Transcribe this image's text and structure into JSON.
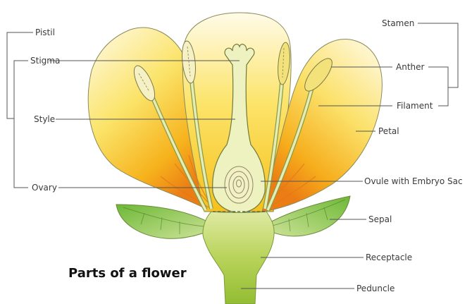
{
  "title": "Parts of a flower",
  "labels": {
    "pistil": "Pistil",
    "stigma": "Stigma",
    "style": "Style",
    "ovary": "Ovary",
    "stamen": "Stamen",
    "anther": "Anther",
    "filament": "Filament",
    "petal": "Petal",
    "ovule": "Ovule with Embryo Sac",
    "sepal": "Sepal",
    "receptacle": "Receptacle",
    "peduncle": "Peduncle"
  },
  "colors": {
    "petal_light": "#fdf3b0",
    "petal_mid": "#f8d21e",
    "petal_dark": "#ee8a17",
    "stem": "#9cc43a",
    "stem_light": "#dfeaa3",
    "sepal": "#7fbf3f",
    "pistil_fill": "#eef2c0",
    "outline": "#6f7a3a",
    "leader_line": "#555555"
  }
}
